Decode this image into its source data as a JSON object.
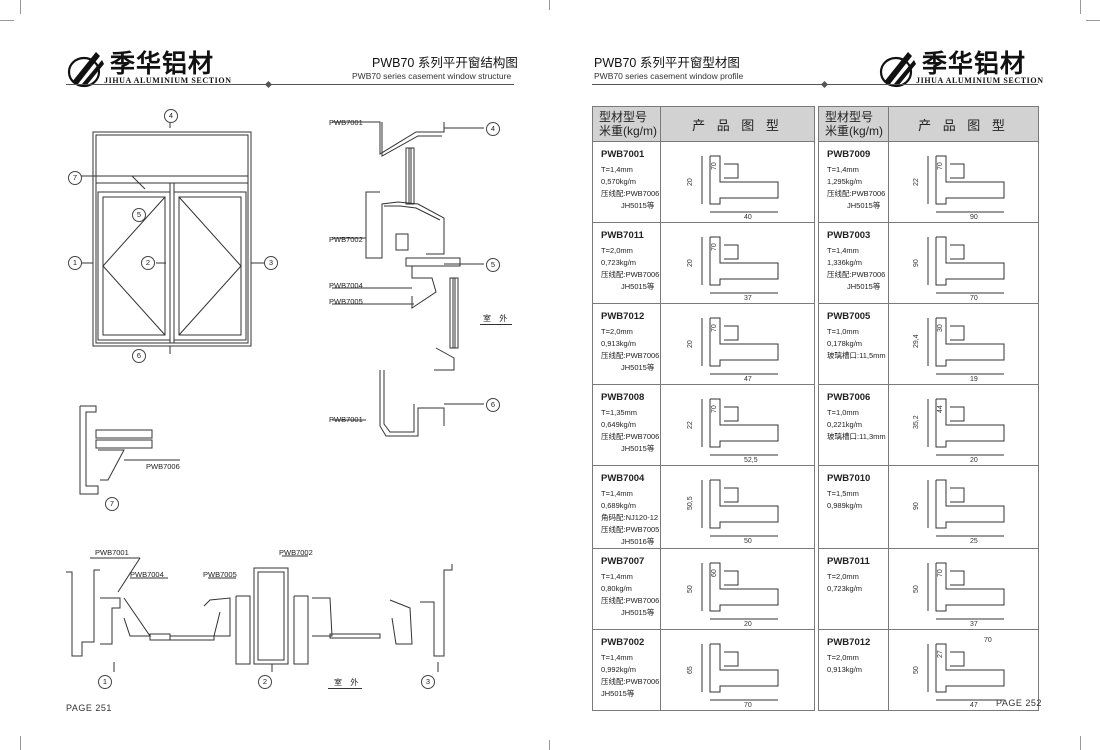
{
  "brand": {
    "name_cn": "季华铝材",
    "name_en": "JIHUA ALUMINIUM SECTION"
  },
  "left_page": {
    "title_cn": "PWB70 系列平开窗结构图",
    "title_en": "PWB70 series casement window structure",
    "page_label": "PAGE  251",
    "elevation_marks": [
      "4",
      "7",
      "5",
      "1",
      "2",
      "3",
      "6"
    ],
    "section_labels": [
      "PWB7001",
      "PWB7002",
      "PWB7004",
      "PWB7005",
      "PWB7001"
    ],
    "section_marks": [
      "4",
      "5",
      "6"
    ],
    "indoor_outdoor": "室 外",
    "detail7_label": "PWB7006",
    "detail7_mark": "7",
    "bottom_labels": [
      "PWB7001",
      "PWB7004",
      "PWB7005",
      "PWB7002"
    ],
    "bottom_marks": [
      "1",
      "2",
      "3"
    ],
    "bottom_room": "室 外"
  },
  "right_page": {
    "title_cn": "PWB70 系列平开窗型材图",
    "title_en": "PWB70 series casement window profile",
    "page_label": "PAGE  252",
    "table_header": {
      "col1_line1": "型材型号",
      "col1_line2": "米重(kg/m)",
      "col2": "产 品 图 型"
    },
    "left_column": [
      {
        "code": "PWB7001",
        "lines": [
          "T=1,4mm",
          "0,570kg/m",
          "压线配:PWB7006"
        ],
        "extra": "JH5015等",
        "dims": [
          "20",
          "40",
          "70"
        ]
      },
      {
        "code": "PWB7011",
        "lines": [
          "T=2,0mm",
          "0,723kg/m",
          "压线配:PWB7006"
        ],
        "extra": "JH5015等",
        "dims": [
          "20",
          "37",
          "70"
        ]
      },
      {
        "code": "PWB7012",
        "lines": [
          "T=2,0mm",
          "0,913kg/m",
          "压线配:PWB7006"
        ],
        "extra": "JH5015等",
        "dims": [
          "20",
          "47",
          "70"
        ]
      },
      {
        "code": "PWB7008",
        "lines": [
          "T=1,35mm",
          "0,649kg/m",
          "压线配:PWB7006"
        ],
        "extra": "JH5015等",
        "dims": [
          "22",
          "52,5",
          "70"
        ]
      },
      {
        "code": "PWB7004",
        "lines": [
          "T=1,4mm",
          "0,689kg/m",
          "角码配:NJ120-12",
          "压线配:PWB7005"
        ],
        "extra": "JH5016等",
        "dims": [
          "50,5",
          "50"
        ]
      },
      {
        "code": "PWB7007",
        "lines": [
          "T=1,4mm",
          "0,80kg/m",
          "压线配:PWB7006"
        ],
        "extra": "JH5015等",
        "dims": [
          "50",
          "20",
          "60"
        ]
      },
      {
        "code": "PWB7002",
        "lines": [
          "T=1,4mm",
          "0,992kg/m",
          "压线配:PWB7006",
          "JH5015等"
        ],
        "extra": "",
        "dims": [
          "65",
          "70"
        ]
      }
    ],
    "right_column": [
      {
        "code": "PWB7009",
        "lines": [
          "T=1,4mm",
          "1,295kg/m",
          "压线配:PWB7006"
        ],
        "extra": "JH5015等",
        "dims": [
          "22",
          "90",
          "70"
        ]
      },
      {
        "code": "PWB7003",
        "lines": [
          "T=1,4mm",
          "1,336kg/m",
          "压线配:PWB7006"
        ],
        "extra": "JH5015等",
        "dims": [
          "90",
          "70"
        ]
      },
      {
        "code": "PWB7005",
        "lines": [
          "T=1,0mm",
          "0,178kg/m",
          "玻璃槽口:11,5mm"
        ],
        "extra": "",
        "dims": [
          "29,4",
          "19",
          "30"
        ]
      },
      {
        "code": "PWB7006",
        "lines": [
          "T=1,0mm",
          "0,221kg/m",
          "玻璃槽口:11,3mm"
        ],
        "extra": "",
        "dims": [
          "35,2",
          "20",
          "44"
        ]
      },
      {
        "code": "PWB7010",
        "lines": [
          "T=1,5mm",
          "0,989kg/m"
        ],
        "extra": "",
        "dims": [
          "90",
          "25"
        ]
      },
      {
        "code": "PWB7011",
        "lines": [
          "T=2,0mm",
          "0,723kg/m"
        ],
        "extra": "",
        "dims": [
          "50",
          "37",
          "70"
        ]
      },
      {
        "code": "PWB7012",
        "lines": [
          "T=2,0mm",
          "0,913kg/m"
        ],
        "extra": "",
        "dims": [
          "50",
          "47",
          "27",
          "70"
        ]
      }
    ]
  }
}
